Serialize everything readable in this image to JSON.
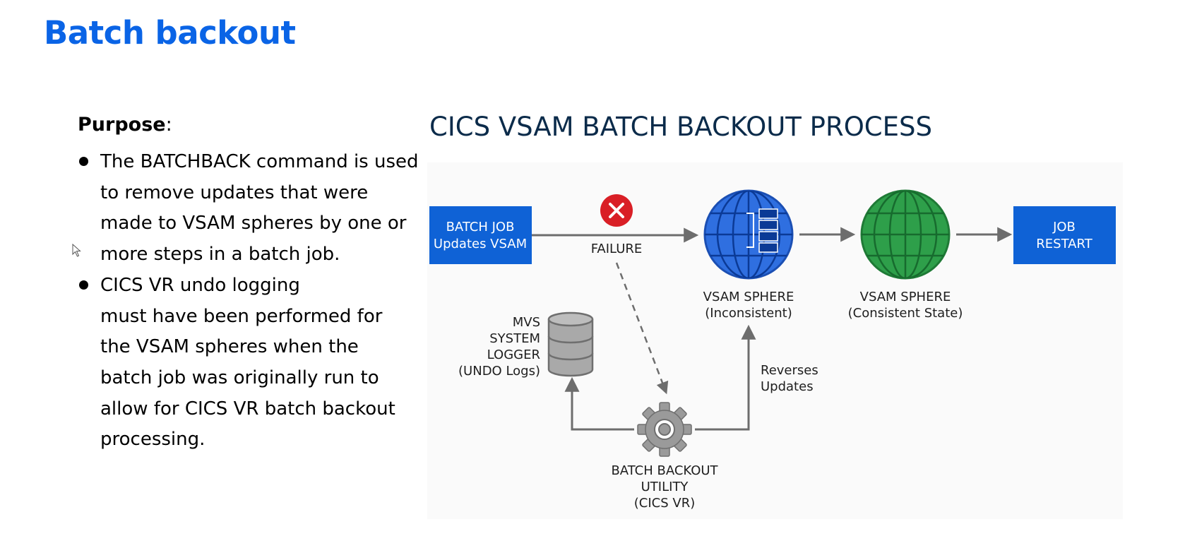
{
  "slide": {
    "title": "Batch backout",
    "purpose_label": "Purpose",
    "purpose_colon": ":",
    "bullets": [
      {
        "lines": [
          "The BATCHBACK command is used",
          "to remove updates that were",
          "made to VSAM spheres by one or",
          "more steps in a batch job."
        ]
      },
      {
        "lines": [
          "CICS VR undo logging",
          "must have been performed for",
          "the VSAM spheres when the",
          "batch job was originally run to",
          "allow for CICS VR batch backout",
          "processing."
        ]
      }
    ]
  },
  "diagram": {
    "title": "CICS VSAM BATCH BACKOUT PROCESS",
    "batch_job": {
      "line1": "BATCH JOB",
      "line2": "Updates VSAM"
    },
    "failure": "FAILURE",
    "sphere_inconsistent": {
      "line1": "VSAM SPHERE",
      "line2": "(Inconsistent)"
    },
    "sphere_consistent": {
      "line1": "VSAM SPHERE",
      "line2": "(Consistent State)"
    },
    "job_restart": {
      "line1": "JOB",
      "line2": "RESTART"
    },
    "logger": {
      "line1": "MVS",
      "line2": "SYSTEM",
      "line3": "LOGGER",
      "line4": "(UNDO Logs)"
    },
    "reverses": {
      "line1": "Reverses",
      "line2": "Updates"
    },
    "utility": {
      "line1": "BATCH BACKOUT",
      "line2": "UTILITY",
      "line3": "(CICS VR)"
    },
    "colors": {
      "title": "#0a64e6",
      "box_blue": "#0f62d6",
      "globe_blue": "#2f6fe0",
      "globe_green": "#2e9f4a",
      "fail_red": "#d91f26",
      "gray": "#8a8a8a",
      "arrow": "#6d6d6d"
    },
    "icons": [
      "x-circle-icon",
      "globe-icon",
      "database-icon",
      "gear-icon",
      "cursor-arrow-icon"
    ]
  }
}
